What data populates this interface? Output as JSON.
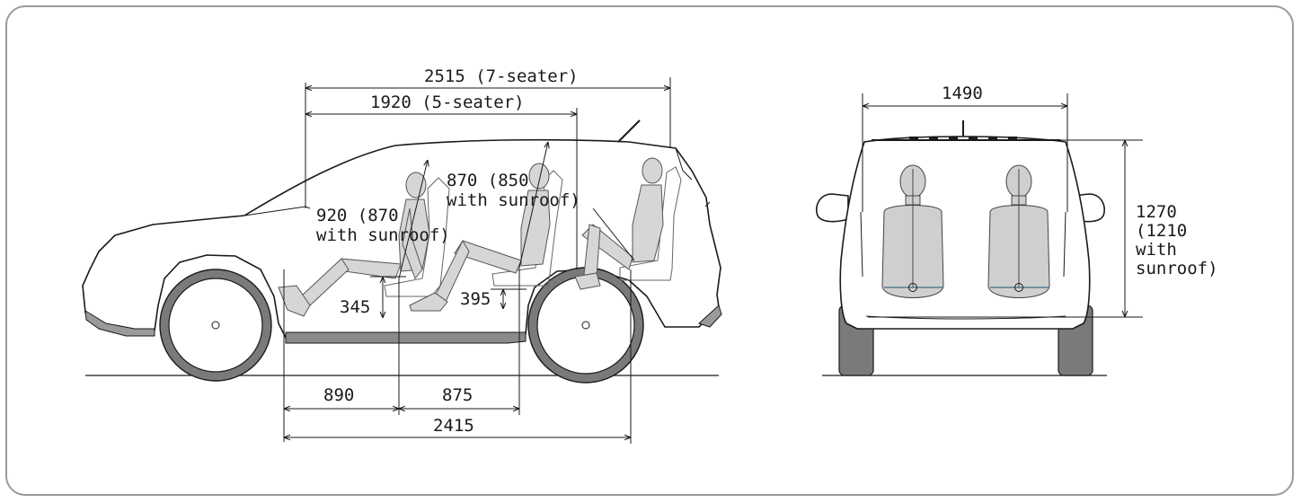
{
  "side_view": {
    "dims": {
      "length_7_seater": "2515 (7-seater)",
      "length_5_seater": "1920 (5-seater)",
      "headroom_front_line1": "920 (870",
      "headroom_front_line2": "with sunroof)",
      "headroom_second_line1": "870 (850",
      "headroom_second_line2": "with sunroof)",
      "seat_height_front": "345",
      "seat_height_second": "395",
      "legroom_front": "890",
      "legroom_second": "875",
      "wheelbase": "2415"
    }
  },
  "rear_view": {
    "dims": {
      "width": "1490",
      "height_line1": "1270",
      "height_line2": "(1210",
      "height_line3": "with",
      "height_line4": "sunroof)"
    }
  },
  "colors": {
    "tyre": "#7a7a7a",
    "figure": "#d6d6d6",
    "frame": "#9a9a9a"
  }
}
